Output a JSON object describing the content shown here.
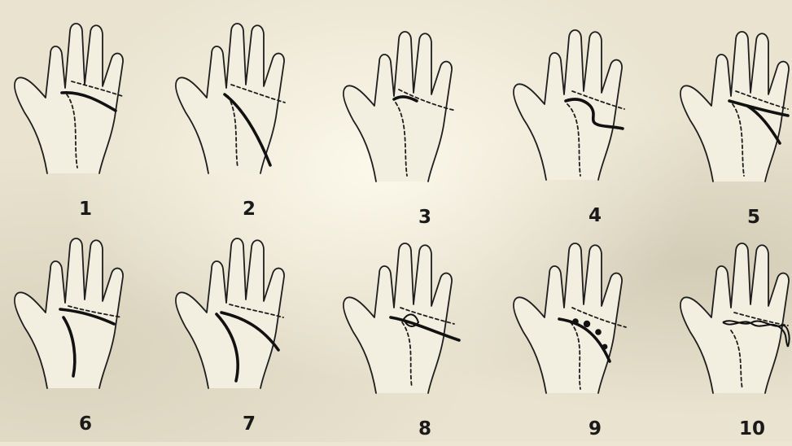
{
  "figure": {
    "panels": [
      {
        "label": "1"
      },
      {
        "label": "2"
      },
      {
        "label": "3"
      },
      {
        "label": "4"
      },
      {
        "label": "5"
      },
      {
        "label": "6"
      },
      {
        "label": "7"
      },
      {
        "label": "8"
      },
      {
        "label": "9"
      },
      {
        "label": "10"
      }
    ]
  },
  "colors": {
    "paper": "#e9e3cf",
    "ink": "#111111"
  }
}
